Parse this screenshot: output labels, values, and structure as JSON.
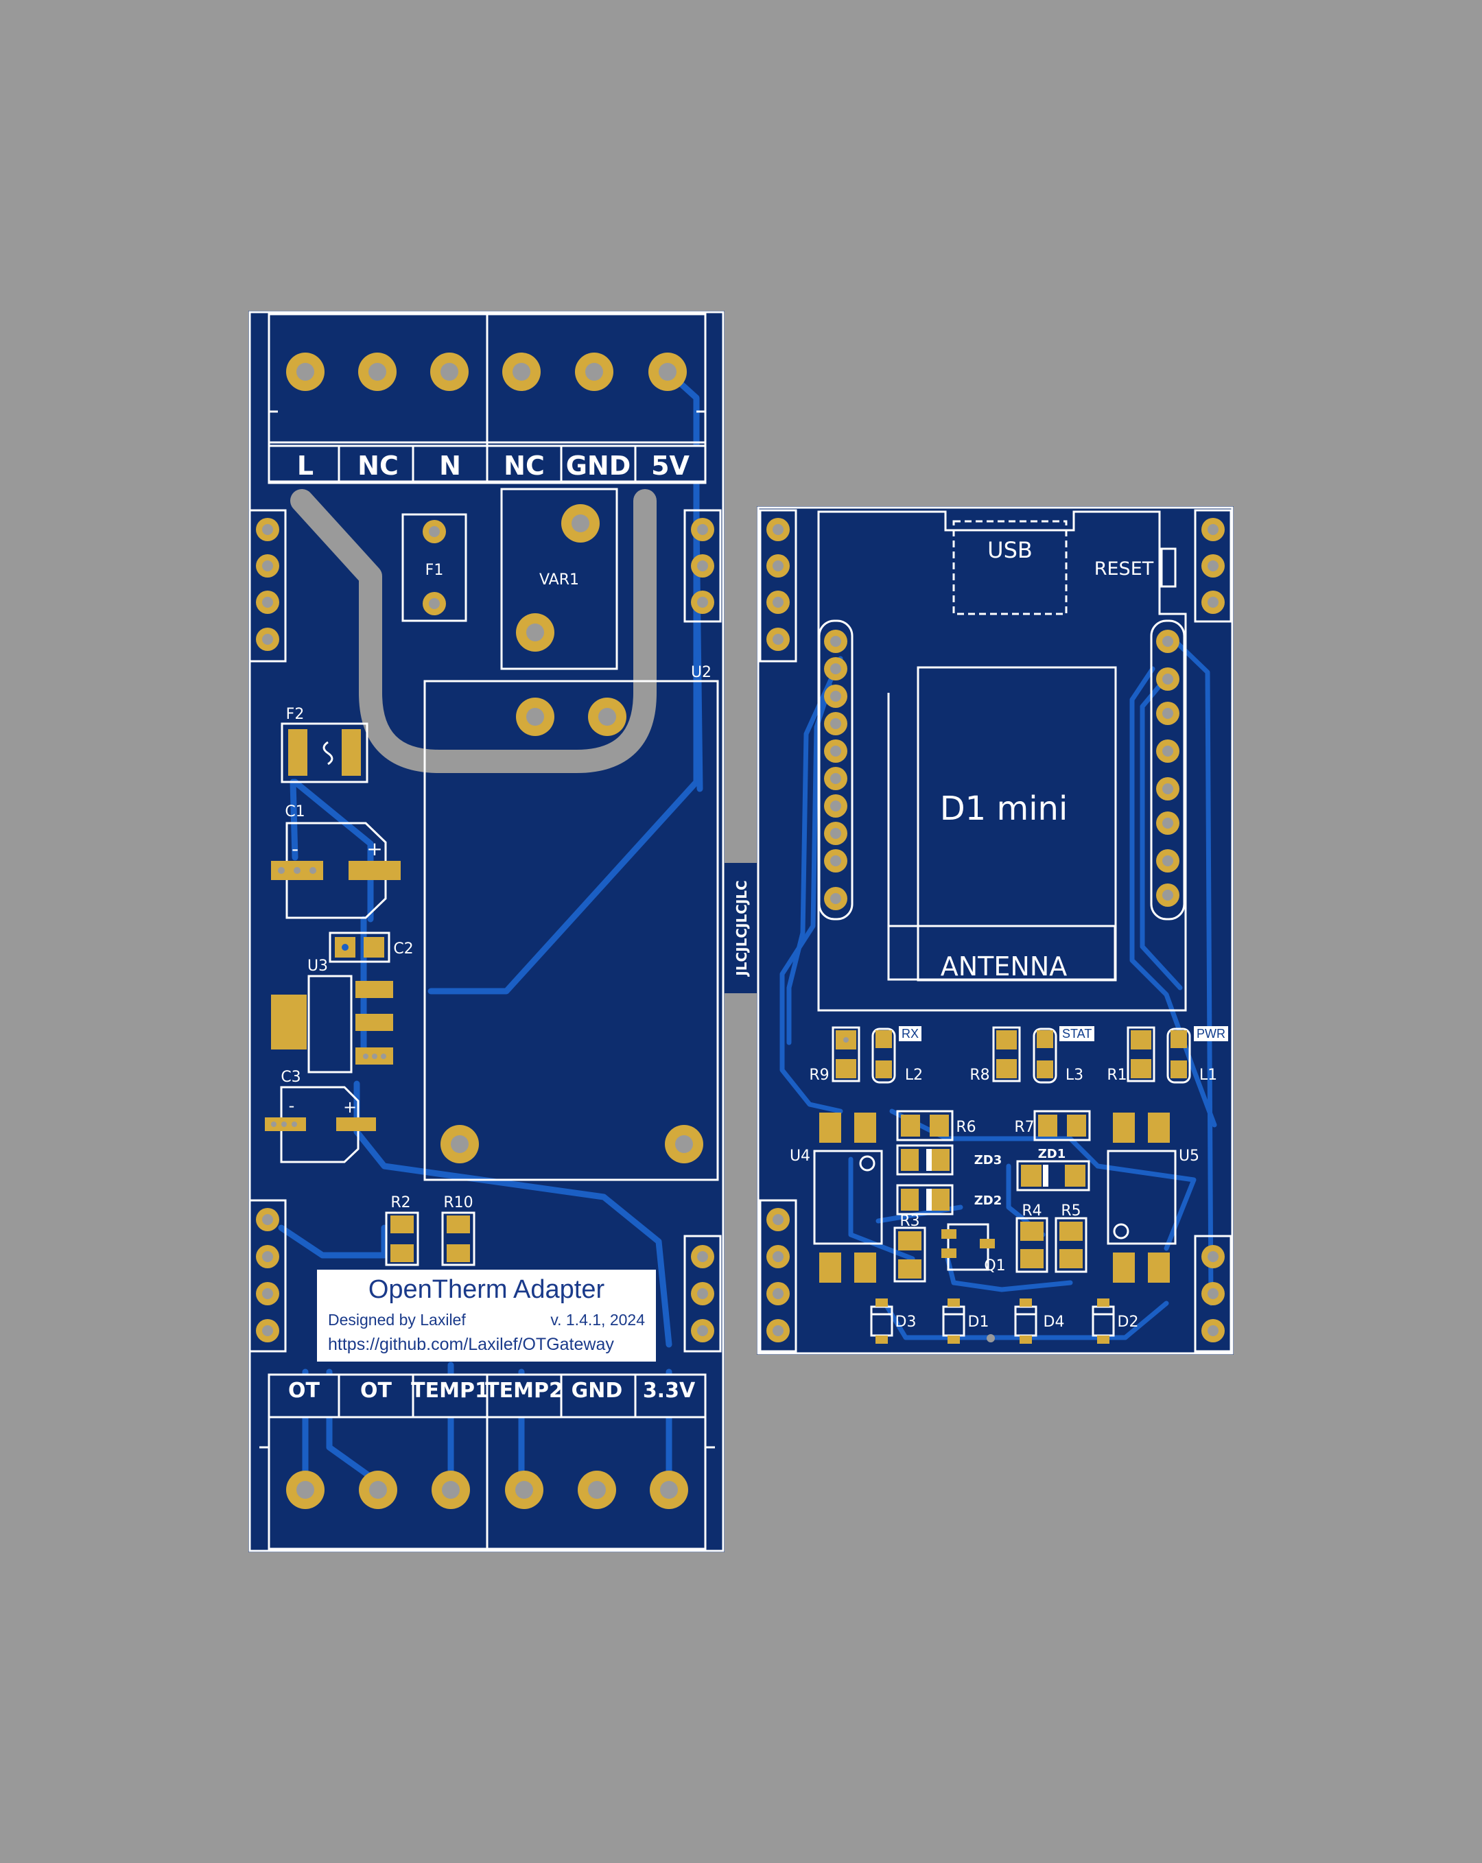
{
  "colors": {
    "background": "#999999",
    "board": "#0d2d6e",
    "trace": "#1b5fc4",
    "pad": "#d4aa3c",
    "silkscreen": "#ffffff",
    "cutout": "#9a9a9a"
  },
  "left_board": {
    "top_terminals": [
      "L",
      "NC",
      "N",
      "NC",
      "GND",
      "5V"
    ],
    "bottom_terminals": [
      "OT",
      "OT",
      "TEMP1",
      "TEMP2",
      "GND",
      "3.3V"
    ],
    "components": {
      "f1": "F1",
      "var1": "VAR1",
      "u2": "U2",
      "f2": "F2",
      "c1": "C1",
      "c2": "C2",
      "u3": "U3",
      "c3": "C3",
      "r2": "R2",
      "r10": "R10",
      "minus": "-",
      "plus": "+"
    },
    "info": {
      "title": "OpenTherm Adapter",
      "author": "Designed by Laxilef",
      "version": "v. 1.4.1, 2024",
      "url": "https://github.com/Laxilef/OTGateway"
    }
  },
  "bridge_text": "JLCJLCJLCJLC",
  "right_board": {
    "module": {
      "usb": "USB",
      "reset": "RESET",
      "name": "D1  mini",
      "antenna": "ANTENNA"
    },
    "leds": {
      "rx": "RX",
      "stat": "STAT",
      "pwr": "PWR"
    },
    "components": {
      "r9": "R9",
      "l2": "L2",
      "r8": "R8",
      "l3": "L3",
      "r1": "R1",
      "l1": "L1",
      "r6": "R6",
      "r7": "R7",
      "u4": "U4",
      "u5": "U5",
      "zd3": "ZD3",
      "zd1": "ZD1",
      "zd2": "ZD2",
      "r3": "R3",
      "r4": "R4",
      "r5": "R5",
      "q1": "Q1",
      "d3": "D3",
      "d1": "D1",
      "d4": "D4",
      "d2": "D2"
    }
  }
}
